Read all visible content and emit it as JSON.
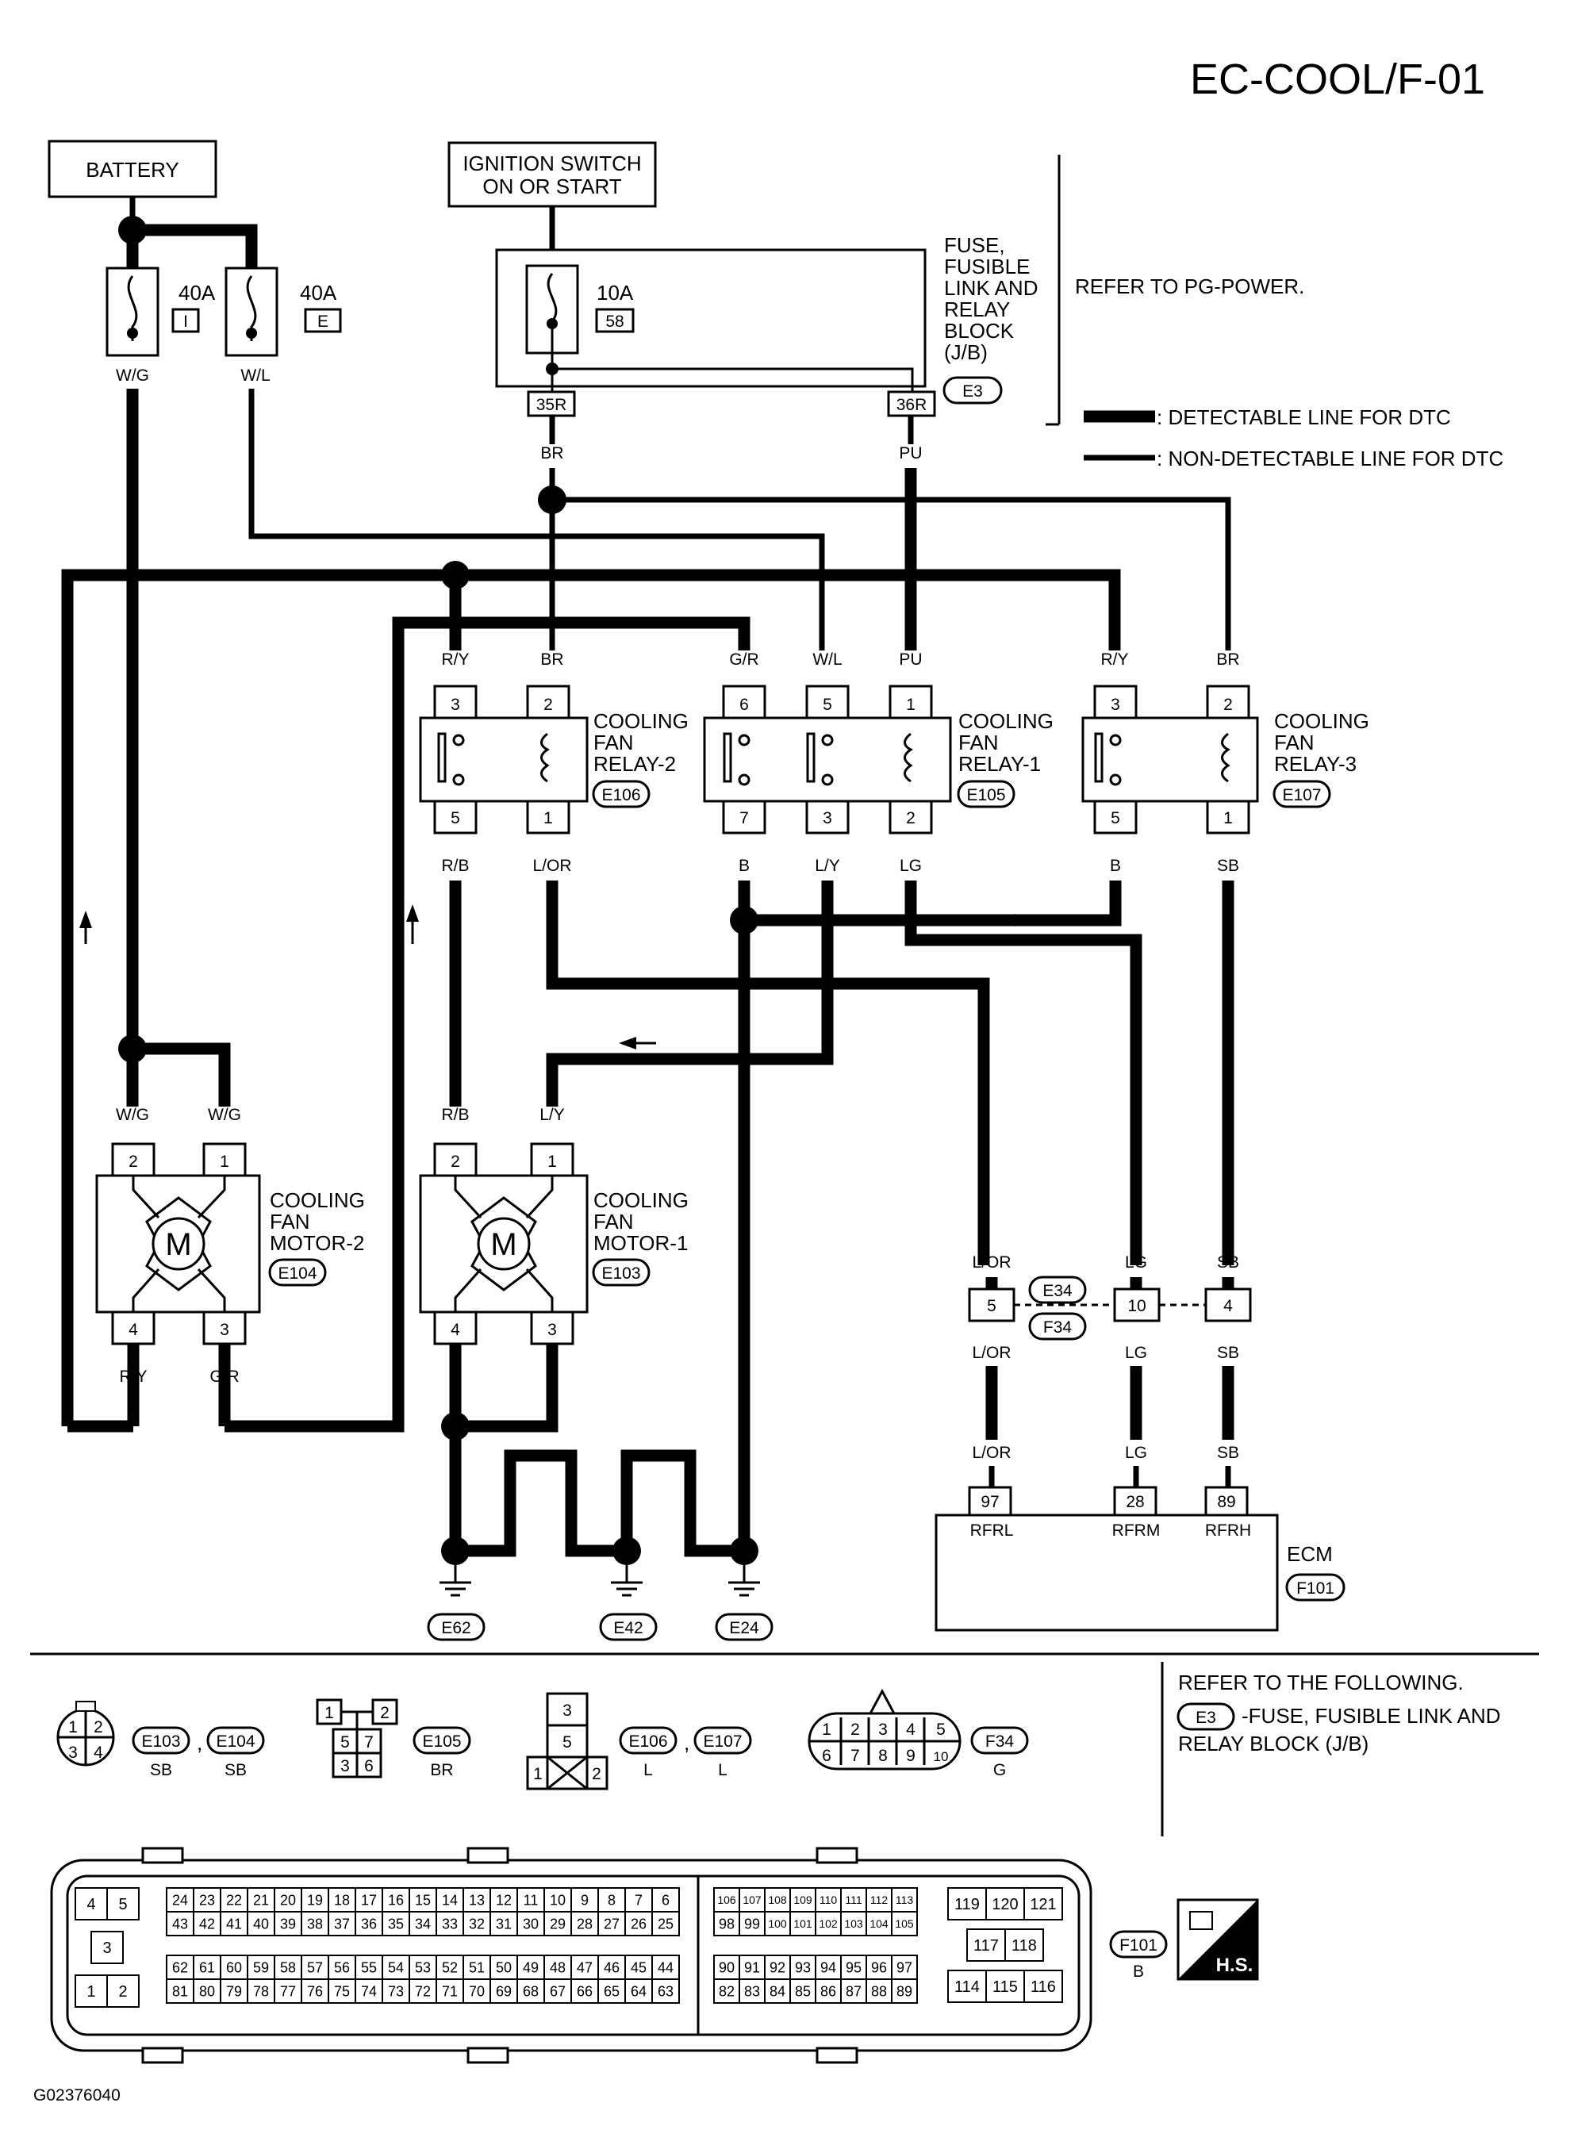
{
  "title": "EC-COOL/F-01",
  "figure_id": "G02376040",
  "sources": {
    "battery": "BATTERY",
    "ignition": [
      "IGNITION SWITCH",
      "ON OR START"
    ]
  },
  "fuses": {
    "left_amp": "40A",
    "left_id": "I",
    "right_amp": "40A",
    "right_id": "E",
    "jb_amp": "10A",
    "jb_id": "58"
  },
  "jb": {
    "label": [
      "FUSE,",
      "FUSIBLE",
      "LINK AND",
      "RELAY",
      "BLOCK",
      "(J/B)"
    ],
    "connector": "E3",
    "pin_left": "35R",
    "pin_right": "36R",
    "refer": "REFER TO PG-POWER."
  },
  "legend": {
    "detectable": ": DETECTABLE LINE FOR DTC",
    "non_detectable": ": NON-DETECTABLE LINE FOR DTC"
  },
  "wires": {
    "wg": "W/G",
    "wl": "W/L",
    "br": "BR",
    "pu": "PU",
    "ry": "R/Y",
    "gr": "G/R",
    "rb": "R/B",
    "lor": "L/OR",
    "b": "B",
    "ly": "L/Y",
    "lg": "LG",
    "sb": "SB"
  },
  "relays": {
    "relay2": {
      "name": [
        "COOLING",
        "FAN",
        "RELAY-2"
      ],
      "connector": "E106",
      "pins": [
        "3",
        "2",
        "5",
        "1"
      ]
    },
    "relay1": {
      "name": [
        "COOLING",
        "FAN",
        "RELAY-1"
      ],
      "connector": "E105",
      "pins": [
        "6",
        "5",
        "1",
        "7",
        "3",
        "2"
      ]
    },
    "relay3": {
      "name": [
        "COOLING",
        "FAN",
        "RELAY-3"
      ],
      "connector": "E107",
      "pins": [
        "3",
        "2",
        "5",
        "1"
      ]
    }
  },
  "motors": {
    "motor2": {
      "name": [
        "COOLING",
        "FAN",
        "MOTOR-2"
      ],
      "connector": "E104",
      "pins": [
        "2",
        "1",
        "4",
        "3"
      ],
      "symbol": "M"
    },
    "motor1": {
      "name": [
        "COOLING",
        "FAN",
        "MOTOR-1"
      ],
      "connector": "E103",
      "pins": [
        "2",
        "1",
        "4",
        "3"
      ],
      "symbol": "M"
    }
  },
  "joint_connector": {
    "top": "E34",
    "bottom": "F34",
    "pins": [
      "5",
      "10",
      "4"
    ]
  },
  "ecm": {
    "label": "ECM",
    "connector": "F101",
    "pins": [
      "97",
      "28",
      "89"
    ],
    "terminals": [
      "RFRL",
      "RFRM",
      "RFRH"
    ]
  },
  "grounds": [
    "E62",
    "E42",
    "E24"
  ],
  "connector_views": {
    "c1": {
      "ids": [
        "E103",
        "E104"
      ],
      "colors": [
        "SB",
        "SB"
      ],
      "sep": ",",
      "pins": [
        "1",
        "2",
        "3",
        "4"
      ]
    },
    "c2": {
      "id": "E105",
      "color": "BR",
      "pins": [
        "1",
        "2",
        "5",
        "7",
        "3",
        "6"
      ]
    },
    "c3": {
      "ids": [
        "E106",
        "E107"
      ],
      "colors": [
        "L",
        "L"
      ],
      "sep": ",",
      "pins": [
        "3",
        "5",
        "1",
        "2"
      ]
    },
    "c4": {
      "id": "F34",
      "color": "G",
      "pins": [
        "1",
        "2",
        "3",
        "4",
        "5",
        "6",
        "7",
        "8",
        "9",
        "10"
      ]
    },
    "c5": {
      "id": "F101",
      "color": "B"
    }
  },
  "refer_note": {
    "line1": "REFER TO THE FOLLOWING.",
    "connector": "E3",
    "line2": "-FUSE, FUSIBLE LINK AND",
    "line3": "RELAY BLOCK (J/B)"
  },
  "ecm_pinout": {
    "left": {
      "top": [
        "4",
        "5"
      ],
      "mid": "3",
      "bottom": [
        "1",
        "2"
      ]
    },
    "r1": [
      "24",
      "23",
      "22",
      "21",
      "20",
      "19",
      "18",
      "17",
      "16",
      "15",
      "14",
      "13",
      "12",
      "11",
      "10",
      "9",
      "8",
      "7",
      "6"
    ],
    "r2": [
      "43",
      "42",
      "41",
      "40",
      "39",
      "38",
      "37",
      "36",
      "35",
      "34",
      "33",
      "32",
      "31",
      "30",
      "29",
      "28",
      "27",
      "26",
      "25"
    ],
    "r3": [
      "62",
      "61",
      "60",
      "59",
      "58",
      "57",
      "56",
      "55",
      "54",
      "53",
      "52",
      "51",
      "50",
      "49",
      "48",
      "47",
      "46",
      "45",
      "44"
    ],
    "r4": [
      "81",
      "80",
      "79",
      "78",
      "77",
      "76",
      "75",
      "74",
      "73",
      "72",
      "71",
      "70",
      "69",
      "68",
      "67",
      "66",
      "65",
      "64",
      "63"
    ],
    "mid1": [
      "106",
      "107",
      "108",
      "109",
      "110",
      "111",
      "112",
      "113"
    ],
    "mid2": [
      "98",
      "99",
      "100",
      "101",
      "102",
      "103",
      "104",
      "105"
    ],
    "mid3": [
      "90",
      "91",
      "92",
      "93",
      "94",
      "95",
      "96",
      "97"
    ],
    "mid4": [
      "82",
      "83",
      "84",
      "85",
      "86",
      "87",
      "88",
      "89"
    ],
    "right_top": [
      "119",
      "120",
      "121"
    ],
    "right_mid": [
      "117",
      "118"
    ],
    "right_bottom": [
      "114",
      "115",
      "116"
    ]
  },
  "hs_badge": "H.S."
}
